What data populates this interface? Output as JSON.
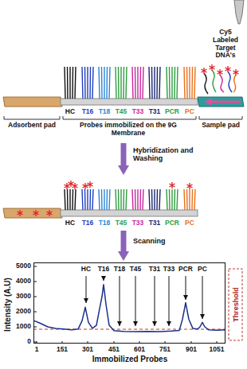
{
  "diagram": {
    "nodes": [
      {
        "text": [
          "HC",
          "T16",
          "T18",
          "T45",
          "T33",
          "T31",
          "PCR",
          "PC",
          "Adsorbent pad",
          "Probes immobilized on the 9G Membrane",
          "Sample pad"
        ]
      },
      {
        "text": [
          "HC",
          "T16",
          "T18",
          "T45",
          "T33",
          "T31",
          "PCR",
          "PC"
        ]
      },
      {
        "text": [
          "Intensity (A.U)",
          "Immobilized Probes"
        ]
      }
    ],
    "edges": [
      {
        "from": 0,
        "to": 1,
        "arrow": "to",
        "label": "Hybridization and Washing"
      },
      {
        "from": 1,
        "to": 2,
        "arrow": "to",
        "label": "Scanning"
      }
    ],
    "labels": [
      "Cy5 Labeled Target DNA's",
      "5000",
      "4000",
      "3000",
      "2000",
      "1000",
      "0",
      "1",
      "151",
      "301",
      "451",
      "601",
      "751",
      "901",
      "1051",
      "HC",
      "T16",
      "T18",
      "T45",
      "T31",
      "T33",
      "PCR",
      "PC",
      "Threshold"
    ]
  }
}
